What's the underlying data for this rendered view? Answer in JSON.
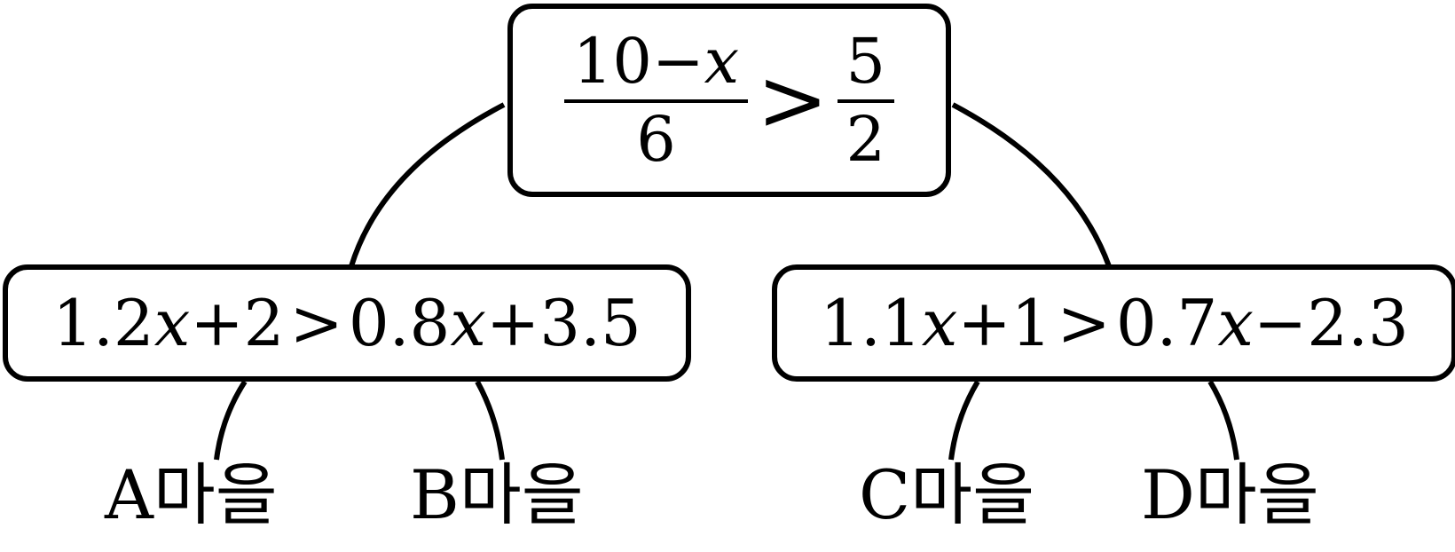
{
  "root": {
    "numerator": "10−",
    "numerator_var": "x",
    "denominator": "6",
    "symbol": ">",
    "rhs_numerator": "5",
    "rhs_denominator": "2"
  },
  "left": {
    "p1": "1.2",
    "v1": "x",
    "p2": "+2",
    "symbol": ">",
    "p3": "0.8",
    "v2": "x",
    "p4": "+3.5"
  },
  "right": {
    "p1": "1.1",
    "v1": "x",
    "p2": "+1",
    "symbol": ">",
    "p3": "0.7",
    "v2": "x",
    "p4": "−2.3"
  },
  "leaves": {
    "a": "A마을",
    "b": "B마을",
    "c": "C마을",
    "d": "D마을"
  }
}
